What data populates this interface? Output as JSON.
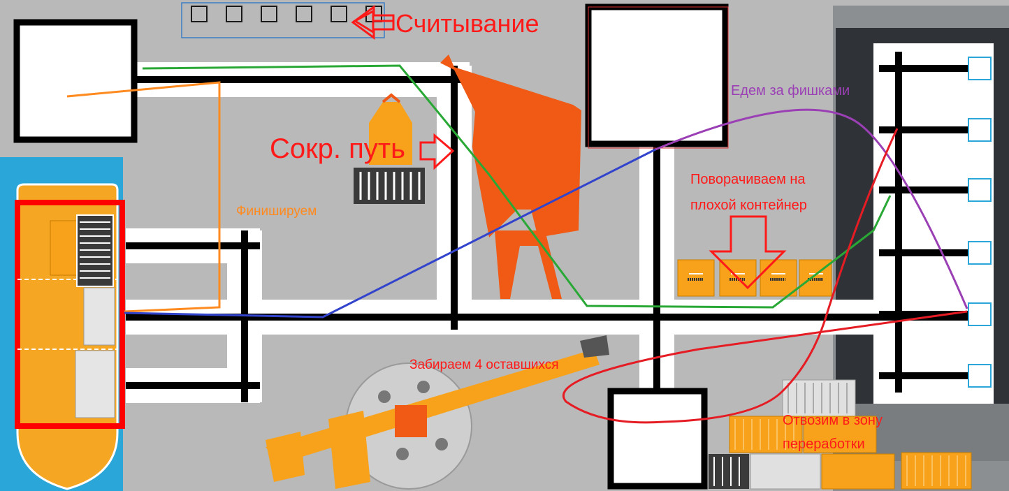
{
  "labels": {
    "reading": "Считывание",
    "shortcut": "Сокр. путь",
    "finish": "Финишируем",
    "go_for_chips": "Едем за фишками",
    "turn_line1": "Поворачиваем на",
    "turn_line2": "плохой контейнер",
    "take_remaining": "Забираем 4 оставшихся",
    "deliver_line1": "Отвозим в зону",
    "deliver_line2": "переработки"
  },
  "colors": {
    "field": "#b9b9b9",
    "road": "#000000",
    "road_edge": "#ffffff",
    "water": "#2aa7d8",
    "ship_hull": "#f5a623",
    "ship_frame": "#ff0000",
    "crane": "#f05a14",
    "container_orange": "#f7a21a",
    "warehouse": "#3b3f42",
    "path_orange": "#ff8a1f",
    "path_green": "#2aa836",
    "path_blue": "#3344cc",
    "path_purple": "#9b3fb5",
    "path_red": "#e51c24",
    "annotation_red": "#ff1a1a",
    "annotation_orange": "#ff8a1f",
    "annotation_purple": "#9b3fb5"
  }
}
